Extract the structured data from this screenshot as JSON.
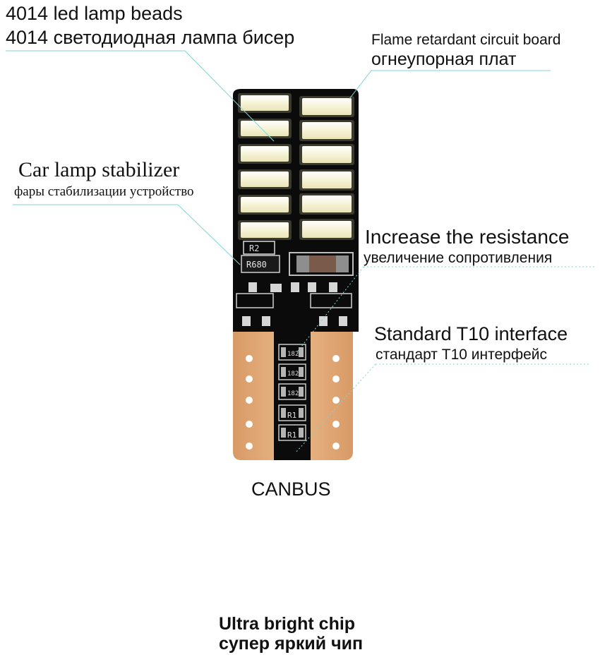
{
  "labels": {
    "beads_en": "4014 led lamp beads",
    "beads_ru": "4014 светодиодная лампа бисер",
    "flame_en": "Flame retardant circuit board",
    "flame_ru": "огнеупорная  плат",
    "stabilizer_en": "Car lamp stabilizer",
    "stabilizer_ru": "фары  стабилизации устройство",
    "resistance_en": "Increase the resistance",
    "resistance_ru": "увеличение  сопротивления",
    "t10_en": "Standard T10 interface",
    "t10_ru": "стандарт  T10 интерфейс",
    "canbus": "CANBUS",
    "chip_en": "Ultra bright chip",
    "chip_ru": "супер яркий  чип"
  },
  "component_markings": {
    "r2": "R2",
    "r680": "R680",
    "c1": "182",
    "c2": "182",
    "c3": "182",
    "r1a": "R1",
    "r1b": "R1"
  },
  "colors": {
    "board": "#0b0b0b",
    "led": "#fbf8e6",
    "copper": "#e0a777",
    "leader": "#7fd6d2"
  }
}
